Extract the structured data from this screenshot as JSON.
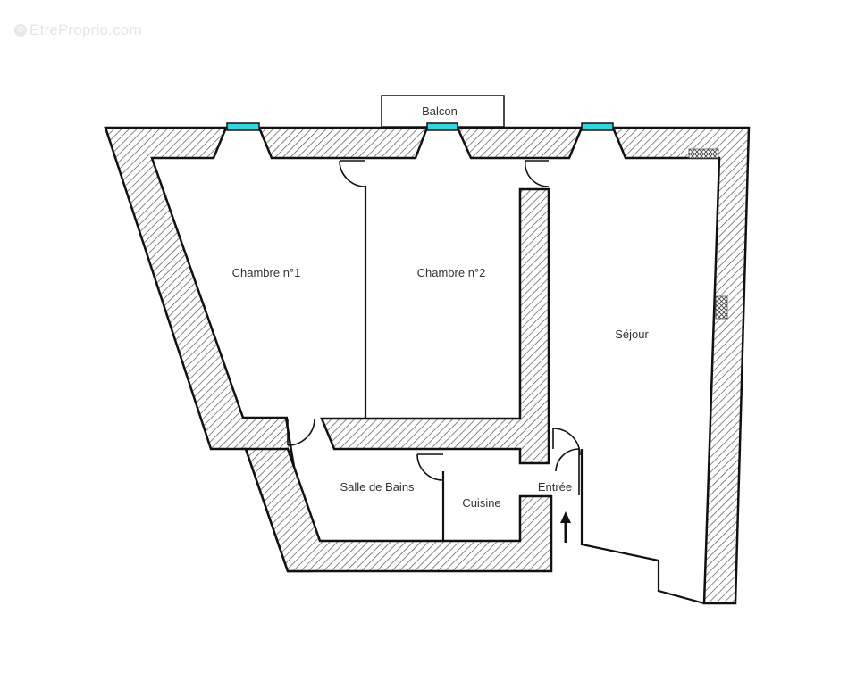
{
  "watermark": {
    "text": "EtreProprio.com",
    "icon": "copyright-icon"
  },
  "plan": {
    "colors": {
      "wall_stroke": "#111111",
      "wall_hatch": "#555555",
      "wall_fill": "#ffffff",
      "window": "#33d6dd",
      "background": "#ffffff",
      "text": "#333333"
    },
    "rooms": [
      {
        "id": "chambre1",
        "label": "Chambre n°1"
      },
      {
        "id": "chambre2",
        "label": "Chambre n°2"
      },
      {
        "id": "sejour",
        "label": "Séjour"
      },
      {
        "id": "salle_de_bains",
        "label": "Salle de Bains"
      },
      {
        "id": "cuisine",
        "label": "Cuisine"
      },
      {
        "id": "entree",
        "label": "Entrée"
      },
      {
        "id": "balcon",
        "label": "Balcon"
      }
    ],
    "windows": 3,
    "entrance_arrow": "arrow-up-icon"
  }
}
